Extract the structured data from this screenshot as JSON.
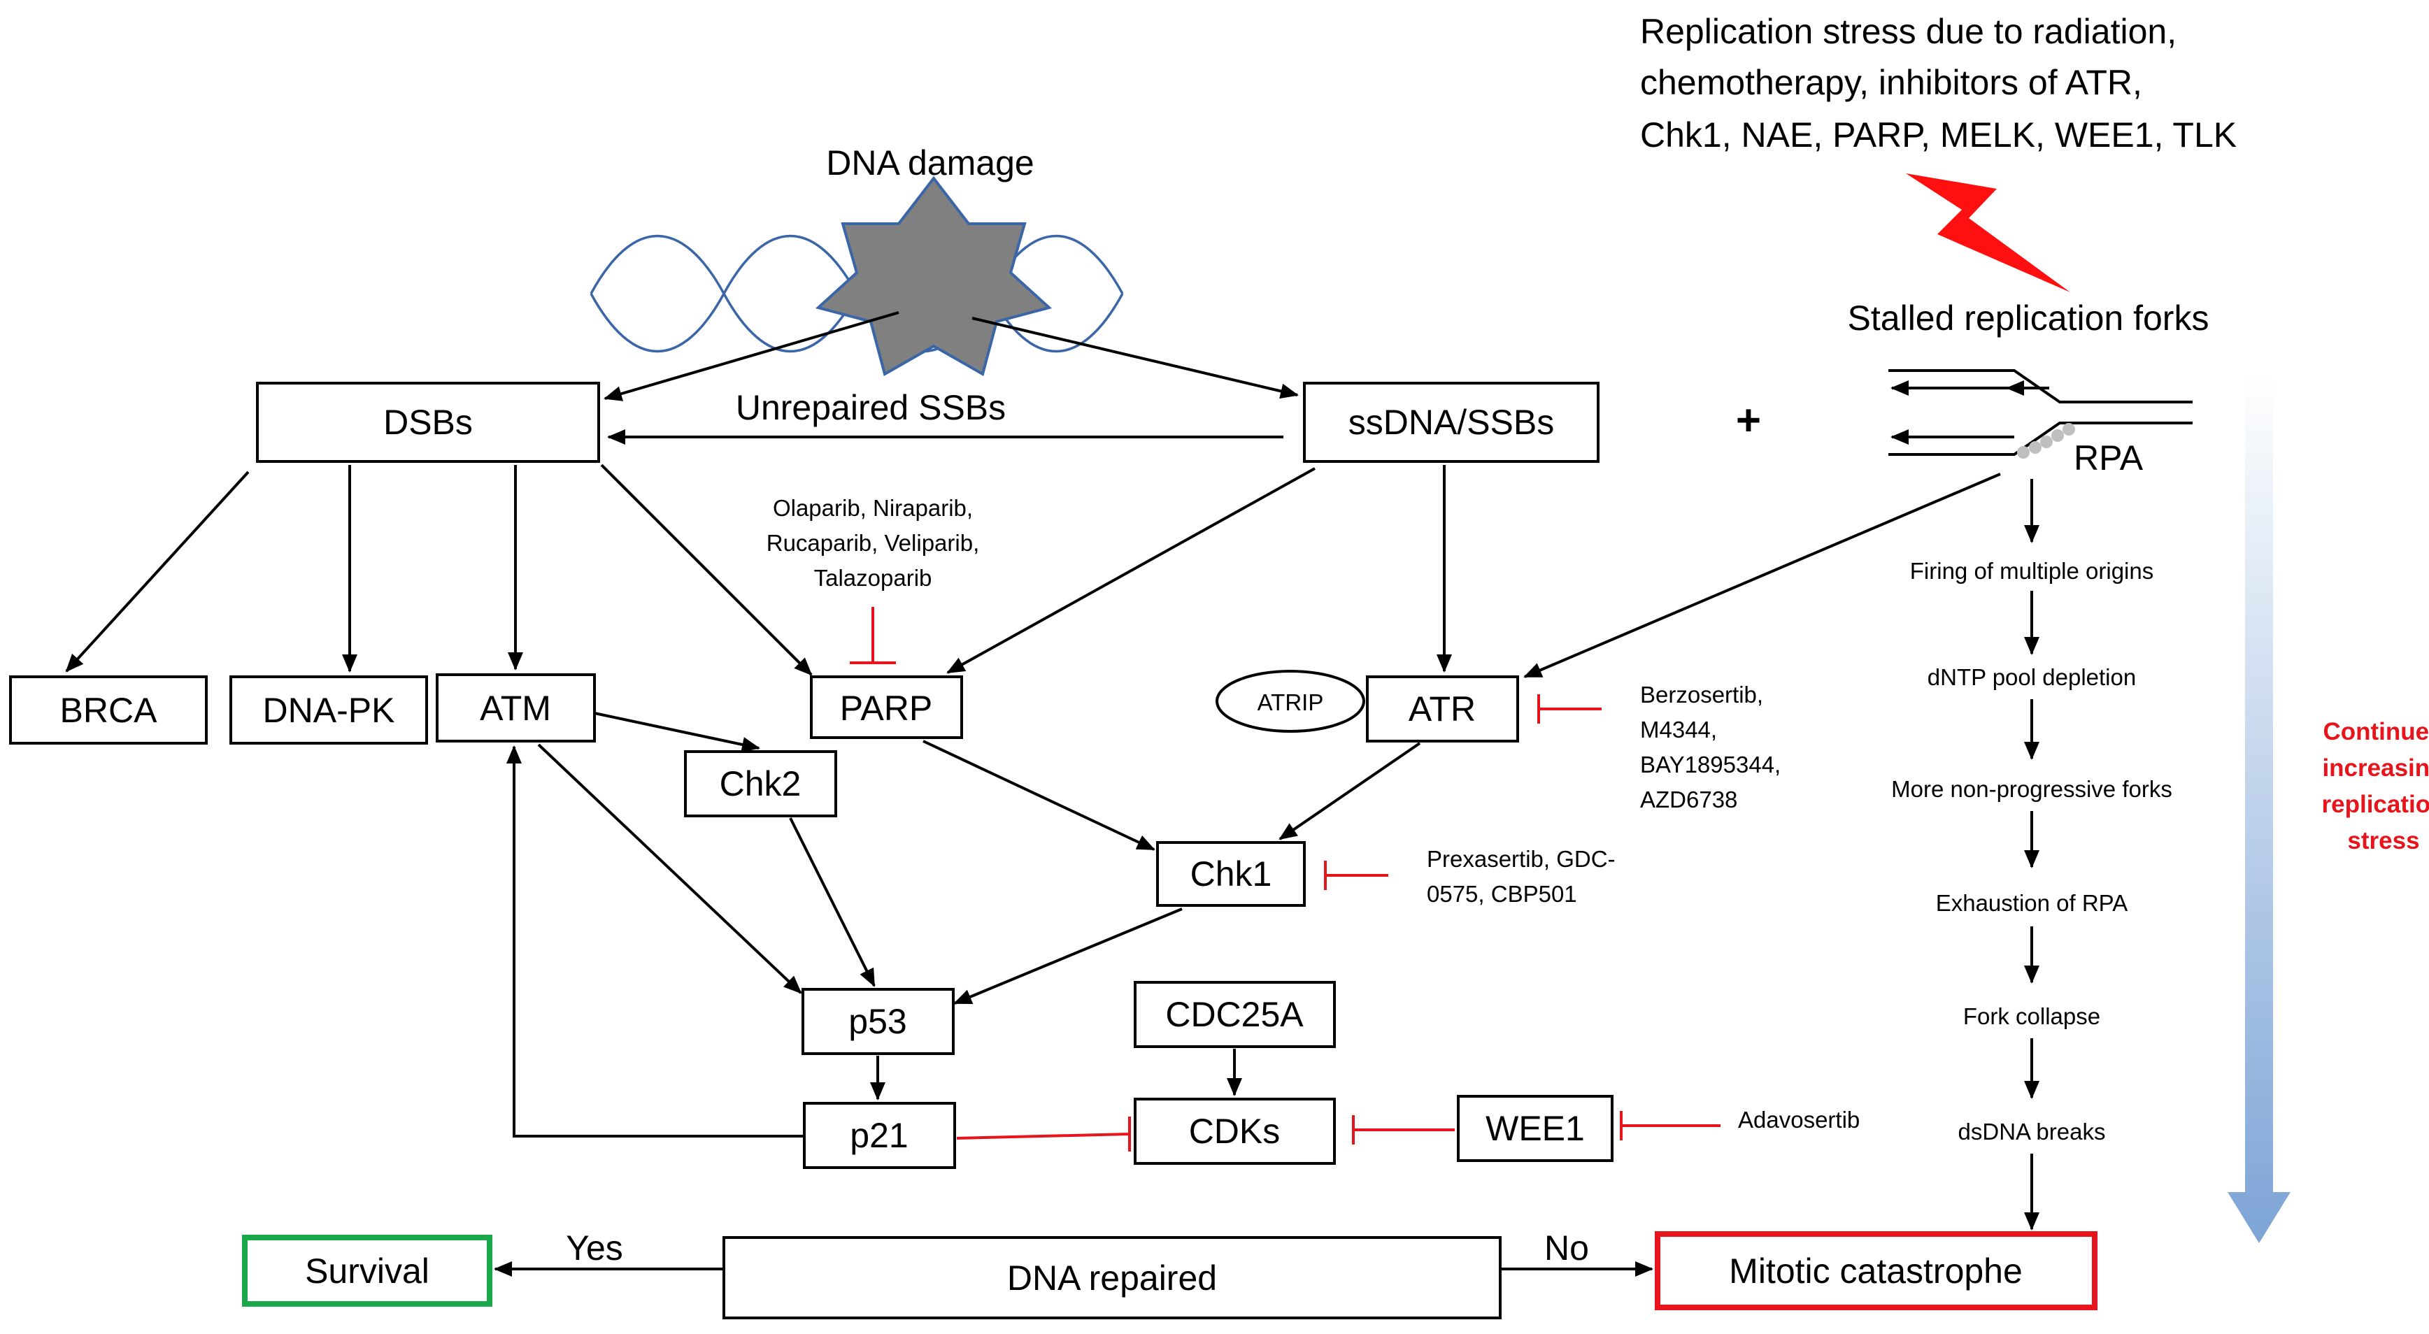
{
  "nodes": {
    "dna_damage": "DNA damage",
    "dsbs": "DSBs",
    "ssdna_ssbs": "ssDNA/SSBs",
    "unrepaired_ssbs": "Unrepaired SSBs",
    "plus": "+",
    "brca": "BRCA",
    "dna_pk": "DNA-PK",
    "atm": "ATM",
    "parp": "PARP",
    "atrip": "ATRIP",
    "atr": "ATR",
    "chk2": "Chk2",
    "chk1": "Chk1",
    "p53": "p53",
    "cdc25a": "CDC25A",
    "p21": "p21",
    "cdks": "CDKs",
    "wee1": "WEE1",
    "dna_repaired": "DNA repaired",
    "survival": "Survival",
    "mitotic_catastrophe": "Mitotic catastrophe",
    "yes": "Yes",
    "no": "No"
  },
  "replication_stress": {
    "lines": [
      "Replication stress due to radiation,",
      "chemotherapy, inhibitors of ATR,",
      "Chk1, NAE, PARP, MELK, WEE1, TLK"
    ],
    "stalled_forks": "Stalled replication forks",
    "rpa": "RPA"
  },
  "cascade_steps": [
    "Firing of multiple origins",
    "dNTP pool depletion",
    "More non-progressive forks",
    "Exhaustion of RPA",
    "Fork collapse",
    "dsDNA breaks"
  ],
  "side_label": [
    "Continued",
    "increasing",
    "replication",
    "stress"
  ],
  "inhibitors": {
    "parp": [
      "Olaparib, Niraparib,",
      "Rucaparib, Veliparib,",
      "Talazoparib"
    ],
    "atr": [
      "Berzosertib,",
      "M4344,",
      "BAY1895344,",
      "AZD6738"
    ],
    "chk1": [
      "Prexasertib, GDC-",
      "0575, CBP501"
    ],
    "wee1": [
      "Adavosertib"
    ]
  },
  "colors": {
    "inhibition": "#e8141b",
    "helix": "#3a66a8",
    "damage_star": "#808080",
    "lightning": "#ff1010",
    "survival_border": "#1aa84a",
    "catastrophe_border": "#e8141b",
    "stress_label": "#e8141b",
    "stress_arrow": "#7da4d6",
    "rpa_beads": "#bfbfbf"
  }
}
